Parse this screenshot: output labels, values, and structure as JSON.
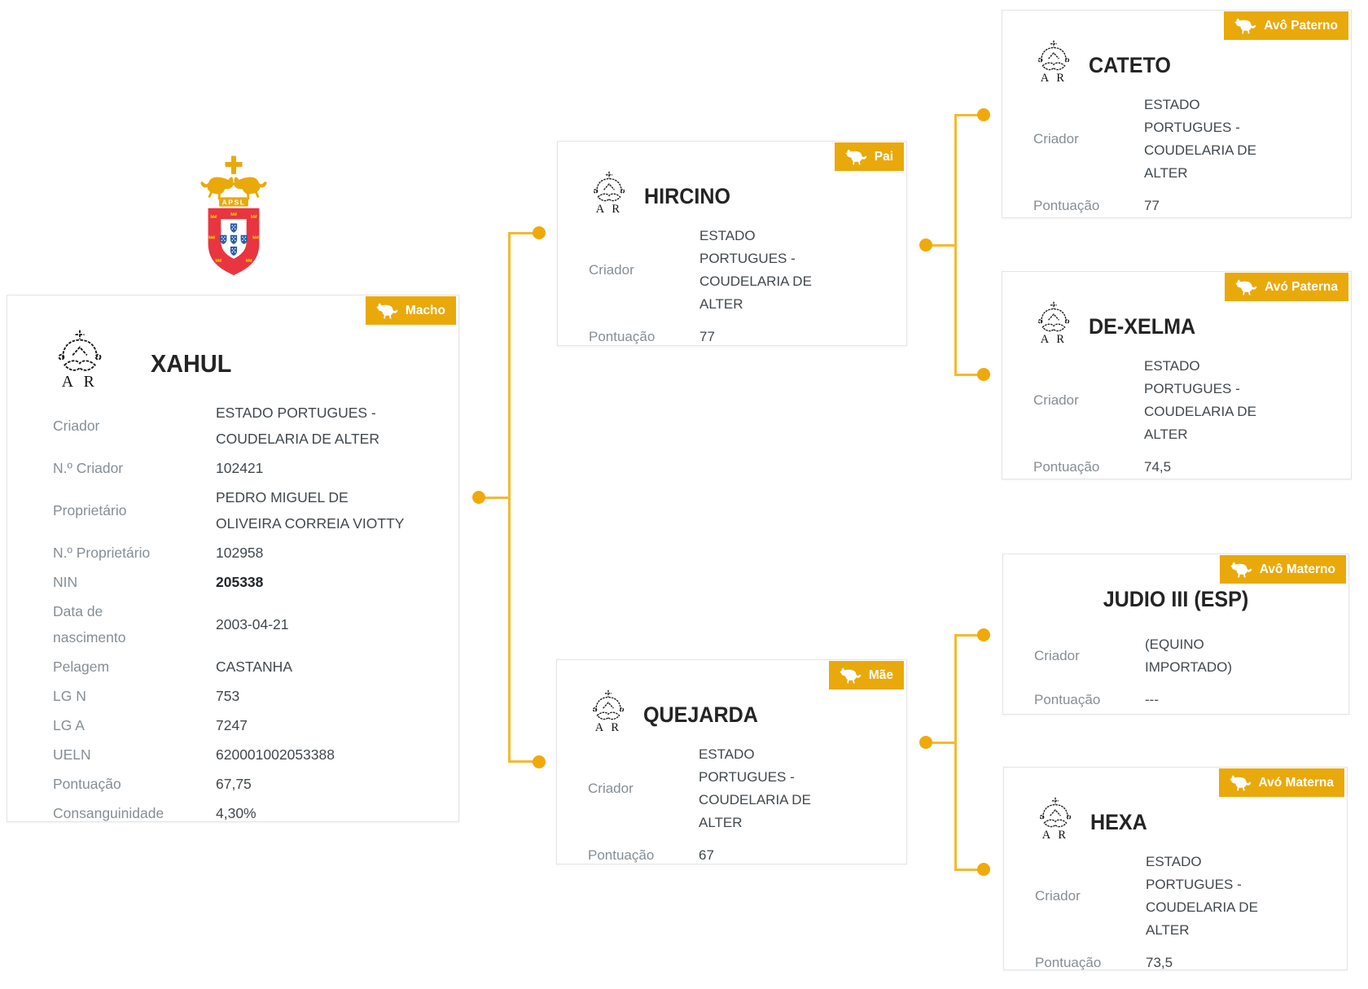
{
  "crest": {
    "org": "APSL"
  },
  "colors": {
    "accent_gold": "#e9a90b",
    "connector_line": "#f3ba2e",
    "connector_dot": "#f0a90b",
    "shield_red": "#e93540",
    "quina_blue": "#2a5da8",
    "label_gray": "#858e95",
    "value_gray": "#41484d"
  },
  "cards": {
    "main": {
      "title": "XAHUL",
      "badge": "Macho",
      "rows": [
        {
          "label": "Criador",
          "value": "ESTADO PORTUGUES - COUDELARIA DE ALTER"
        },
        {
          "label": "N.º Criador",
          "value": "102421"
        },
        {
          "label": "Proprietário",
          "value": "PEDRO MIGUEL DE OLIVEIRA CORREIA VIOTTY"
        },
        {
          "label": "N.º Proprietário",
          "value": "102958"
        },
        {
          "label": "NIN",
          "value": "205338"
        },
        {
          "label": "Data de nascimento",
          "value": "2003-04-21"
        },
        {
          "label": "Pelagem",
          "value": "CASTANHA"
        },
        {
          "label": "LG N",
          "value": "753"
        },
        {
          "label": "LG A",
          "value": "7247"
        },
        {
          "label": "UELN",
          "value": "620001002053388"
        },
        {
          "label": "Pontuação",
          "value": "67,75"
        },
        {
          "label": "Consanguinidade",
          "value": "4,30%"
        }
      ]
    },
    "pai": {
      "title": "HIRCINO",
      "badge": "Pai",
      "rows": [
        {
          "label": "Criador",
          "value": "ESTADO PORTUGUES - COUDELARIA DE ALTER"
        },
        {
          "label": "Pontuação",
          "value": "77"
        }
      ]
    },
    "mae": {
      "title": "QUEJARDA",
      "badge": "Mãe",
      "rows": [
        {
          "label": "Criador",
          "value": "ESTADO PORTUGUES - COUDELARIA DE ALTER"
        },
        {
          "label": "Pontuação",
          "value": "67"
        }
      ]
    },
    "avo_paterno": {
      "title": "CATETO",
      "badge": "Avô Paterno",
      "rows": [
        {
          "label": "Criador",
          "value": "ESTADO PORTUGUES - COUDELARIA DE ALTER"
        },
        {
          "label": "Pontuação",
          "value": "77"
        }
      ]
    },
    "avo_paterna": {
      "title": "DE-XELMA",
      "badge": "Avó Paterna",
      "rows": [
        {
          "label": "Criador",
          "value": "ESTADO PORTUGUES - COUDELARIA DE ALTER"
        },
        {
          "label": "Pontuação",
          "value": "74,5"
        }
      ]
    },
    "avo_materno": {
      "title": "JUDIO III (ESP)",
      "badge": "Avô Materno",
      "rows": [
        {
          "label": "Criador",
          "value": "(EQUINO IMPORTADO)"
        },
        {
          "label": "Pontuação",
          "value": "---"
        }
      ]
    },
    "avo_materna": {
      "title": "HEXA",
      "badge": "Avó Materna",
      "rows": [
        {
          "label": "Criador",
          "value": "ESTADO PORTUGUES - COUDELARIA DE ALTER"
        },
        {
          "label": "Pontuação",
          "value": "73,5"
        }
      ]
    }
  }
}
